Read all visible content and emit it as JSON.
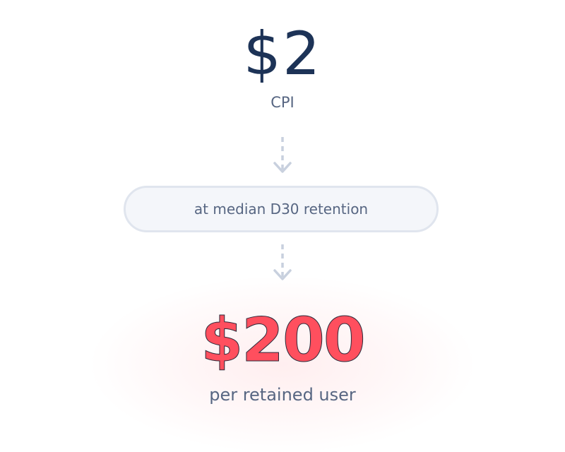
{
  "colors": {
    "navy": "#1d3357",
    "slate_text": "#576682",
    "arrow": "#c8d0de",
    "pill_bg": "#f4f6fa",
    "pill_border": "#e0e5ee",
    "accent_red": "#ff4f5e"
  },
  "cpi": {
    "value": "$2",
    "label": "CPI"
  },
  "step": {
    "label": "at median D30 retention"
  },
  "result": {
    "value": "$200",
    "label": "per retained user"
  },
  "icons": {
    "arrow": "dashed-arrow-down-icon"
  }
}
